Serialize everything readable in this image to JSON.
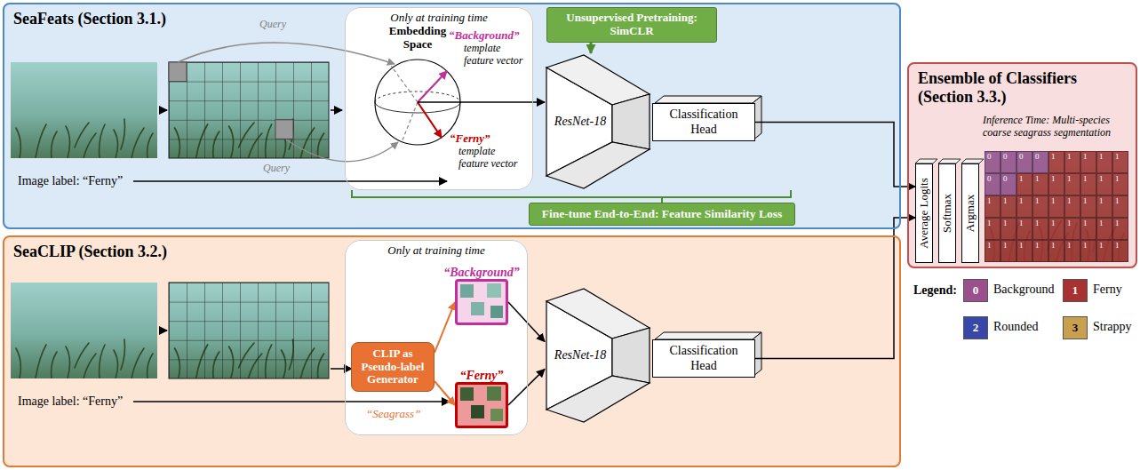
{
  "diagram": {
    "nodes": [
      {
        "text": [
          "SeaFeats (Section 3.1.)"
        ]
      },
      {
        "text": [
          "Only at training time"
        ],
        "in": 0
      },
      {
        "text": [
          "Unsupervised Pretraining: SimCLR"
        ],
        "in": 0
      },
      {
        "text": [
          "ResNet-18"
        ],
        "in": 0
      },
      {
        "text": [
          "Classification Head"
        ],
        "in": 0
      },
      {
        "text": [
          "Fine-tune End-to-End: Feature Similarity Loss"
        ],
        "in": 0
      },
      {
        "text": [
          "SeaCLIP (Section 3.2.)"
        ]
      },
      {
        "text": [
          "Only at training time"
        ],
        "in": 6
      },
      {
        "text": [
          "CLIP as Pseudo-label Generator"
        ],
        "in": 7
      },
      {
        "text": [
          "“Background”"
        ],
        "in": 7
      },
      {
        "text": [
          "“Ferny”"
        ],
        "in": 7
      },
      {
        "text": [
          "ResNet-18"
        ],
        "in": 6
      },
      {
        "text": [
          "Classification Head"
        ],
        "in": 6
      },
      {
        "text": [
          "Ensemble of Classifiers (Section 3.3.)"
        ]
      },
      {
        "text": [
          "Average Logits"
        ],
        "in": 13
      },
      {
        "text": [
          "Softmax"
        ],
        "in": 13
      },
      {
        "text": [
          "Argmax"
        ],
        "in": 13
      }
    ],
    "edges": [
      {
        "from": 2,
        "to": 3,
        "arrow": "to"
      },
      {
        "from": 1,
        "to": 3,
        "arrow": "to"
      },
      {
        "from": 4,
        "to": 14,
        "arrow": "to"
      },
      {
        "from": 8,
        "to": 9,
        "arrow": "to"
      },
      {
        "from": 8,
        "to": 10,
        "arrow": "to"
      },
      {
        "from": 9,
        "to": 11,
        "arrow": "to"
      },
      {
        "from": 10,
        "to": 11,
        "arrow": "to"
      },
      {
        "from": 12,
        "to": 14,
        "arrow": "to"
      }
    ],
    "labels": [
      "Query",
      "Embedding Space",
      "“Background”",
      "template feature vector",
      "Query",
      "“Ferny”",
      "template feature vector",
      "Image label: “Ferny”",
      "“Seagrass”",
      "Image label: “Ferny”",
      "Inference Time: Multi-species coarse seagrass segmentation",
      "0",
      "0",
      "0",
      "0",
      "1",
      "1",
      "1",
      "1",
      "1",
      "0",
      "0",
      "1",
      "1",
      "1",
      "1",
      "1",
      "1",
      "1",
      "1",
      "1",
      "1",
      "1",
      "1",
      "1",
      "1",
      "1",
      "1",
      "1",
      "1",
      "1",
      "1",
      "1",
      "1",
      "1",
      "1",
      "1",
      "1",
      "1",
      "1",
      "1",
      "1",
      "1",
      "1",
      "1",
      "1",
      "Legend:",
      "0",
      "1",
      "2",
      "3"
    ],
    "legend": [
      {
        "text": "Background",
        "color": "#9b4f8c"
      },
      {
        "text": "Ferny",
        "color": "#a83232"
      },
      {
        "text": "Rounded",
        "color": "#3848a8"
      },
      {
        "text": "Strappy",
        "color": "#c8a04e"
      }
    ]
  }
}
